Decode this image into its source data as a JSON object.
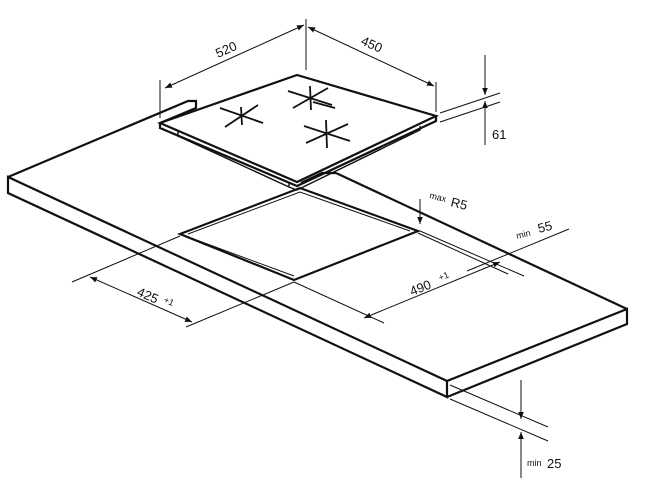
{
  "dimensions": {
    "hob_width": "520",
    "hob_depth": "450",
    "hob_height": "61",
    "cutout_width": "490",
    "cutout_width_tol": "+1",
    "cutout_depth": "425",
    "cutout_depth_tol": "+1",
    "corner_radius_prefix": "max",
    "corner_radius": "R5",
    "edge_distance_prefix": "min",
    "edge_distance": "55",
    "worktop_thickness_prefix": "min",
    "worktop_thickness": "25"
  },
  "colors": {
    "line": "#111111",
    "background": "#ffffff"
  }
}
